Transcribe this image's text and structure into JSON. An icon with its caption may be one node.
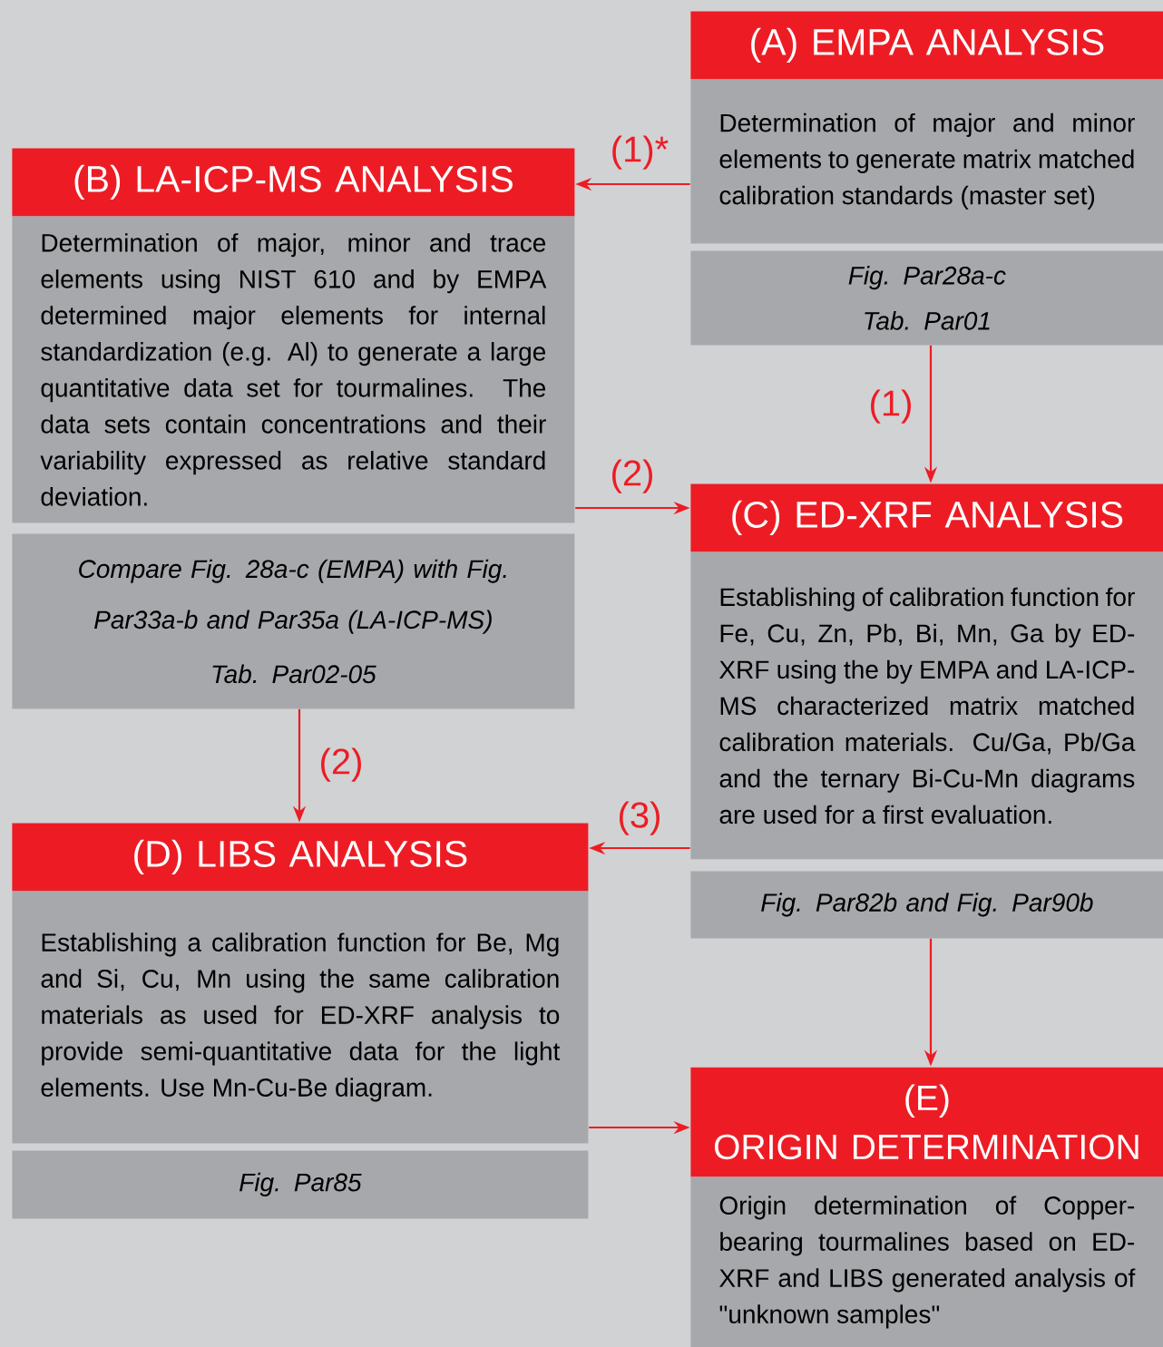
{
  "diagram": {
    "nodes": [
      {
        "text": [
          "(A) EMPA ANALYSIS",
          "Determination of major and minor elements to generate matrix matched calibration standards (master set)"
        ]
      },
      {
        "text": [
          "Fig. Par28a-c",
          "Tab. Par01"
        ]
      },
      {
        "text": [
          "(B) LA-ICP-MS ANALYSIS",
          "Determination of major, minor and trace elements using NIST 610 and by EMPA determined major elements for internal standardization (e.g. Al) to generate a large quantitative data set for tourmalines. The data sets contain concentrations and their variability expressed as relative standard deviation."
        ]
      },
      {
        "text": [
          "Compare Fig. 28a-c (EMPA) with Fig. Par33a-b and Par35a (LA-ICP-MS)",
          "Tab. Par02-05"
        ]
      },
      {
        "text": [
          "(C) ED-XRF ANALYSIS",
          "Establishing of calibration function for Fe, Cu, Zn, Pb, Bi, Mn, Ga by ED-XRF using the by EMPA and LA-ICP-MS characterized matrix matched calibration materials. Cu/Ga, Pb/Ga and the ternary Bi-Cu-Mn diagrams are used for a first evaluation."
        ]
      },
      {
        "text": [
          "Fig. Par82b and Fig. Par90b"
        ]
      },
      {
        "text": [
          "(D) LIBS ANALYSIS",
          "Establishing a calibration function for Be, Mg and Si, Cu, Mn using the same calibration materials as used for ED-XRF analysis to provide semi-quantitative data for the light elements. Use Mn-Cu-Be diagram."
        ]
      },
      {
        "text": [
          "Fig. Par85"
        ]
      },
      {
        "text": [
          "(E)",
          "ORIGIN DETERMINATION",
          "Origin determination of Copper-bearing tourmalines based on ED-XRF and LIBS generated analysis of \"unknown samples\""
        ]
      }
    ],
    "edges": [
      {
        "from": 0,
        "to": 2,
        "arrow": "to",
        "label": "(1)*"
      },
      {
        "from": 1,
        "to": 4,
        "arrow": "to",
        "label": "(1)"
      },
      {
        "from": 2,
        "to": 4,
        "arrow": "to",
        "label": "(2)"
      },
      {
        "from": 3,
        "to": 6,
        "arrow": "to",
        "label": "(2)"
      },
      {
        "from": 4,
        "to": 6,
        "arrow": "to",
        "label": "(3)"
      },
      {
        "from": 5,
        "to": 8,
        "arrow": "to"
      },
      {
        "from": 6,
        "to": 8,
        "arrow": "to"
      }
    ]
  }
}
